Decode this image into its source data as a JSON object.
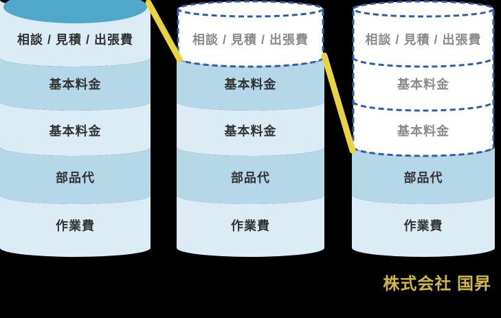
{
  "page": {
    "background": "#000000"
  },
  "palette": {
    "slice_light": "#dcecf5",
    "slice_medium": "#b5d8e9",
    "cap_teal": "#4fa8c9",
    "dash_blue": "#2f5ea9",
    "removed_fill": "#ffffff",
    "label_dark": "#323232",
    "label_removed_gray": "#8a8a8a",
    "strike_yellow": "#e8d340",
    "brand_gold": "#d2b848"
  },
  "diagram": {
    "columns": [
      {
        "name": "cylinder-original",
        "cap": "solid-teal",
        "segments": [
          {
            "label": "相談 / 見積 / 出張費",
            "removed": false
          },
          {
            "label": "基本料金",
            "removed": false
          },
          {
            "label": "基本料金",
            "removed": false
          },
          {
            "label": "部品代",
            "removed": false
          },
          {
            "label": "作業費",
            "removed": false
          }
        ]
      },
      {
        "name": "cylinder-step2",
        "cap": "dashed",
        "segments": [
          {
            "label": "相談 / 見積 / 出張費",
            "removed": true
          },
          {
            "label": "基本料金",
            "removed": false
          },
          {
            "label": "基本料金",
            "removed": false
          },
          {
            "label": "部品代",
            "removed": false
          },
          {
            "label": "作業費",
            "removed": false
          }
        ]
      },
      {
        "name": "cylinder-step3",
        "cap": "dashed",
        "segments": [
          {
            "label": "相談 / 見積 / 出張費",
            "removed": true
          },
          {
            "label": "基本料金",
            "removed": true
          },
          {
            "label": "基本料金",
            "removed": true
          },
          {
            "label": "部品代",
            "removed": false
          },
          {
            "label": "作業費",
            "removed": false
          }
        ]
      }
    ],
    "connectors": [
      {
        "name": "strike-line-1"
      },
      {
        "name": "strike-line-2"
      }
    ]
  },
  "brand": {
    "company_name": "株式会社 国昇"
  }
}
